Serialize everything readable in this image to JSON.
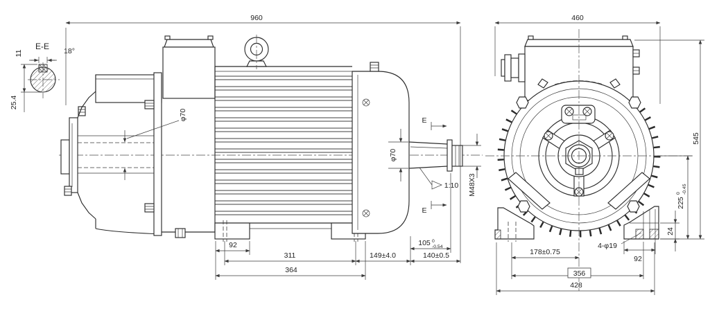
{
  "drawing": {
    "background": "#ffffff",
    "line_color": "#2b2b2b",
    "section_detail": {
      "label": "E-E",
      "key_width": "11",
      "key_depth": "25.4",
      "angle": "18°"
    },
    "side": {
      "len": "960",
      "shaft_d_left": "φ70",
      "shaft_d_right": "φ70",
      "taper": "1:10",
      "thread": "M48X3",
      "sec": "E",
      "d92": "92",
      "d311": "311",
      "d364": "364",
      "d149": "149±4.0",
      "d105": {
        "m": "105",
        "sup": "0",
        "sub": "-0.54"
      },
      "d140": "140±0.5"
    },
    "end": {
      "w460": "460",
      "h545": "545",
      "ch225": {
        "m": "225",
        "sup": "0",
        "sub": "-0.45"
      },
      "t24": "24",
      "d178": "178±0.75",
      "holes": "4-φ19",
      "d92": "92",
      "d356": "356",
      "d428": "428"
    }
  }
}
